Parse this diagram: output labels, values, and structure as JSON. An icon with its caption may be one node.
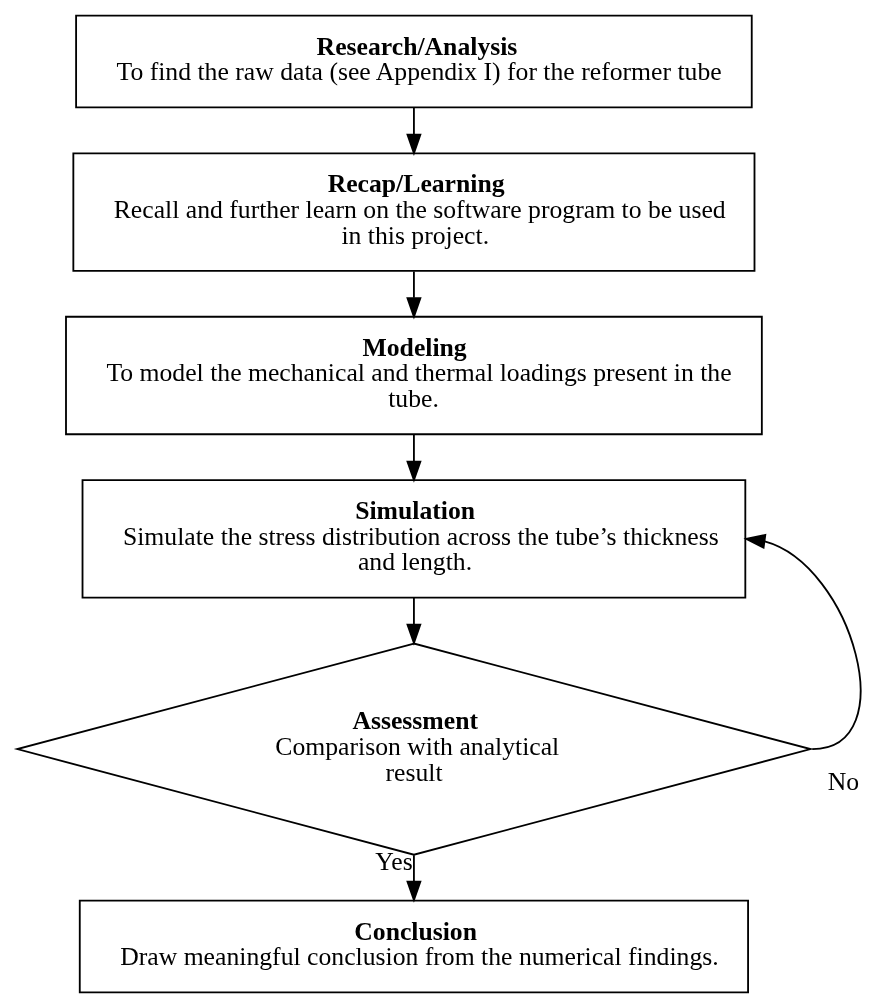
{
  "diagram": {
    "nodes": [
      {
        "text": [
          "Research/Analysis",
          "To find the raw data (see Appendix I) for the reformer tube"
        ]
      },
      {
        "text": [
          "Recap/Learning",
          "Recall and further learn on the software program to be used in this project."
        ]
      },
      {
        "text": [
          "Modeling",
          "To model the mechanical and thermal loadings present in the tube."
        ]
      },
      {
        "text": [
          "Simulation",
          "Simulate the stress distribution across the tube’s thickness and length."
        ]
      },
      {
        "text": [
          "Assessment",
          "Comparison with analytical result"
        ]
      },
      {
        "text": [
          "Conclusion",
          "Draw meaningful conclusion from the numerical findings."
        ]
      }
    ],
    "edges": [
      {
        "from": 0,
        "to": 1,
        "arrow": "to"
      },
      {
        "from": 1,
        "to": 2,
        "arrow": "to"
      },
      {
        "from": 2,
        "to": 3,
        "arrow": "to"
      },
      {
        "from": 3,
        "to": 4,
        "arrow": "to"
      },
      {
        "from": 4,
        "to": 5,
        "arrow": "to",
        "label": "Yes"
      },
      {
        "from": 4,
        "to": 3,
        "arrow": "to",
        "label": "No"
      }
    ]
  }
}
